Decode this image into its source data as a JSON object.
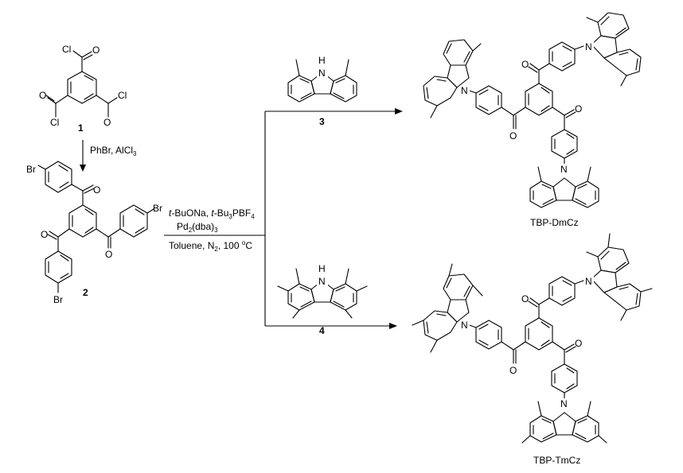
{
  "compounds": {
    "c1": {
      "number": "1",
      "atoms": [
        "Cl",
        "O",
        "O",
        "Cl",
        "O",
        "Cl"
      ]
    },
    "c2": {
      "number": "2",
      "atoms": [
        "Br",
        "O",
        "O",
        "Br",
        "O",
        "Br"
      ]
    },
    "c3": {
      "number": "3",
      "atoms": [
        "H",
        "N"
      ]
    },
    "c4": {
      "number": "4",
      "atoms": [
        "H",
        "N"
      ]
    },
    "dm": {
      "name": "TBP-DmCz",
      "atoms": [
        "N",
        "N",
        "N",
        "O",
        "O",
        "O"
      ]
    },
    "tm": {
      "name": "TBP-TmCz",
      "atoms": [
        "N",
        "N",
        "N",
        "O",
        "O",
        "O"
      ]
    }
  },
  "conditions": {
    "step1": "PhBr, AlCl3",
    "step2_line1": "t-BuONa, t-Bu3PBF4",
    "step2_line2": "Pd2(dba)3",
    "step2_line3": "Toluene, N2, 100 oC"
  }
}
